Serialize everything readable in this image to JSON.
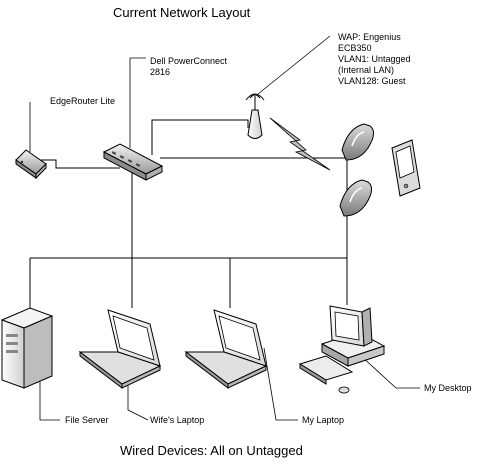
{
  "title": "Current Network Layout",
  "footer": "Wired Devices: All on Untagged",
  "devices": {
    "router": "EdgeRouter Lite",
    "switch": [
      "Dell PowerConnect",
      "2816"
    ],
    "wap": [
      "WAP: Engenius",
      "ECB350",
      "VLAN1: Untagged",
      "(Internal LAN)",
      "VLAN128: Guest"
    ],
    "file_server": "File Server",
    "wife_laptop": "Wife's Laptop",
    "my_laptop": "My Laptop",
    "my_desktop": "My Desktop"
  }
}
